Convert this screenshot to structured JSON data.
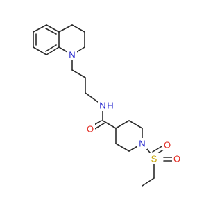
{
  "molecule": {
    "atoms": {
      "n_quinoline": {
        "symbol": "N",
        "color": "#1f22cc"
      },
      "n_amide": {
        "symbol": "N",
        "color": "#1f22cc"
      },
      "h_amide": {
        "symbol": "H",
        "color": "#1f22cc"
      },
      "o_carbonyl": {
        "symbol": "O",
        "color": "#e0241b"
      },
      "n_piperidine": {
        "symbol": "N",
        "color": "#1f22cc"
      },
      "s_sulfonyl": {
        "symbol": "S",
        "color": "#c6a400"
      },
      "o_sulfonyl_1": {
        "symbol": "O",
        "color": "#e0241b"
      },
      "o_sulfonyl_2": {
        "symbol": "O",
        "color": "#e0241b"
      }
    },
    "bond_color": "#2b2b2b"
  }
}
